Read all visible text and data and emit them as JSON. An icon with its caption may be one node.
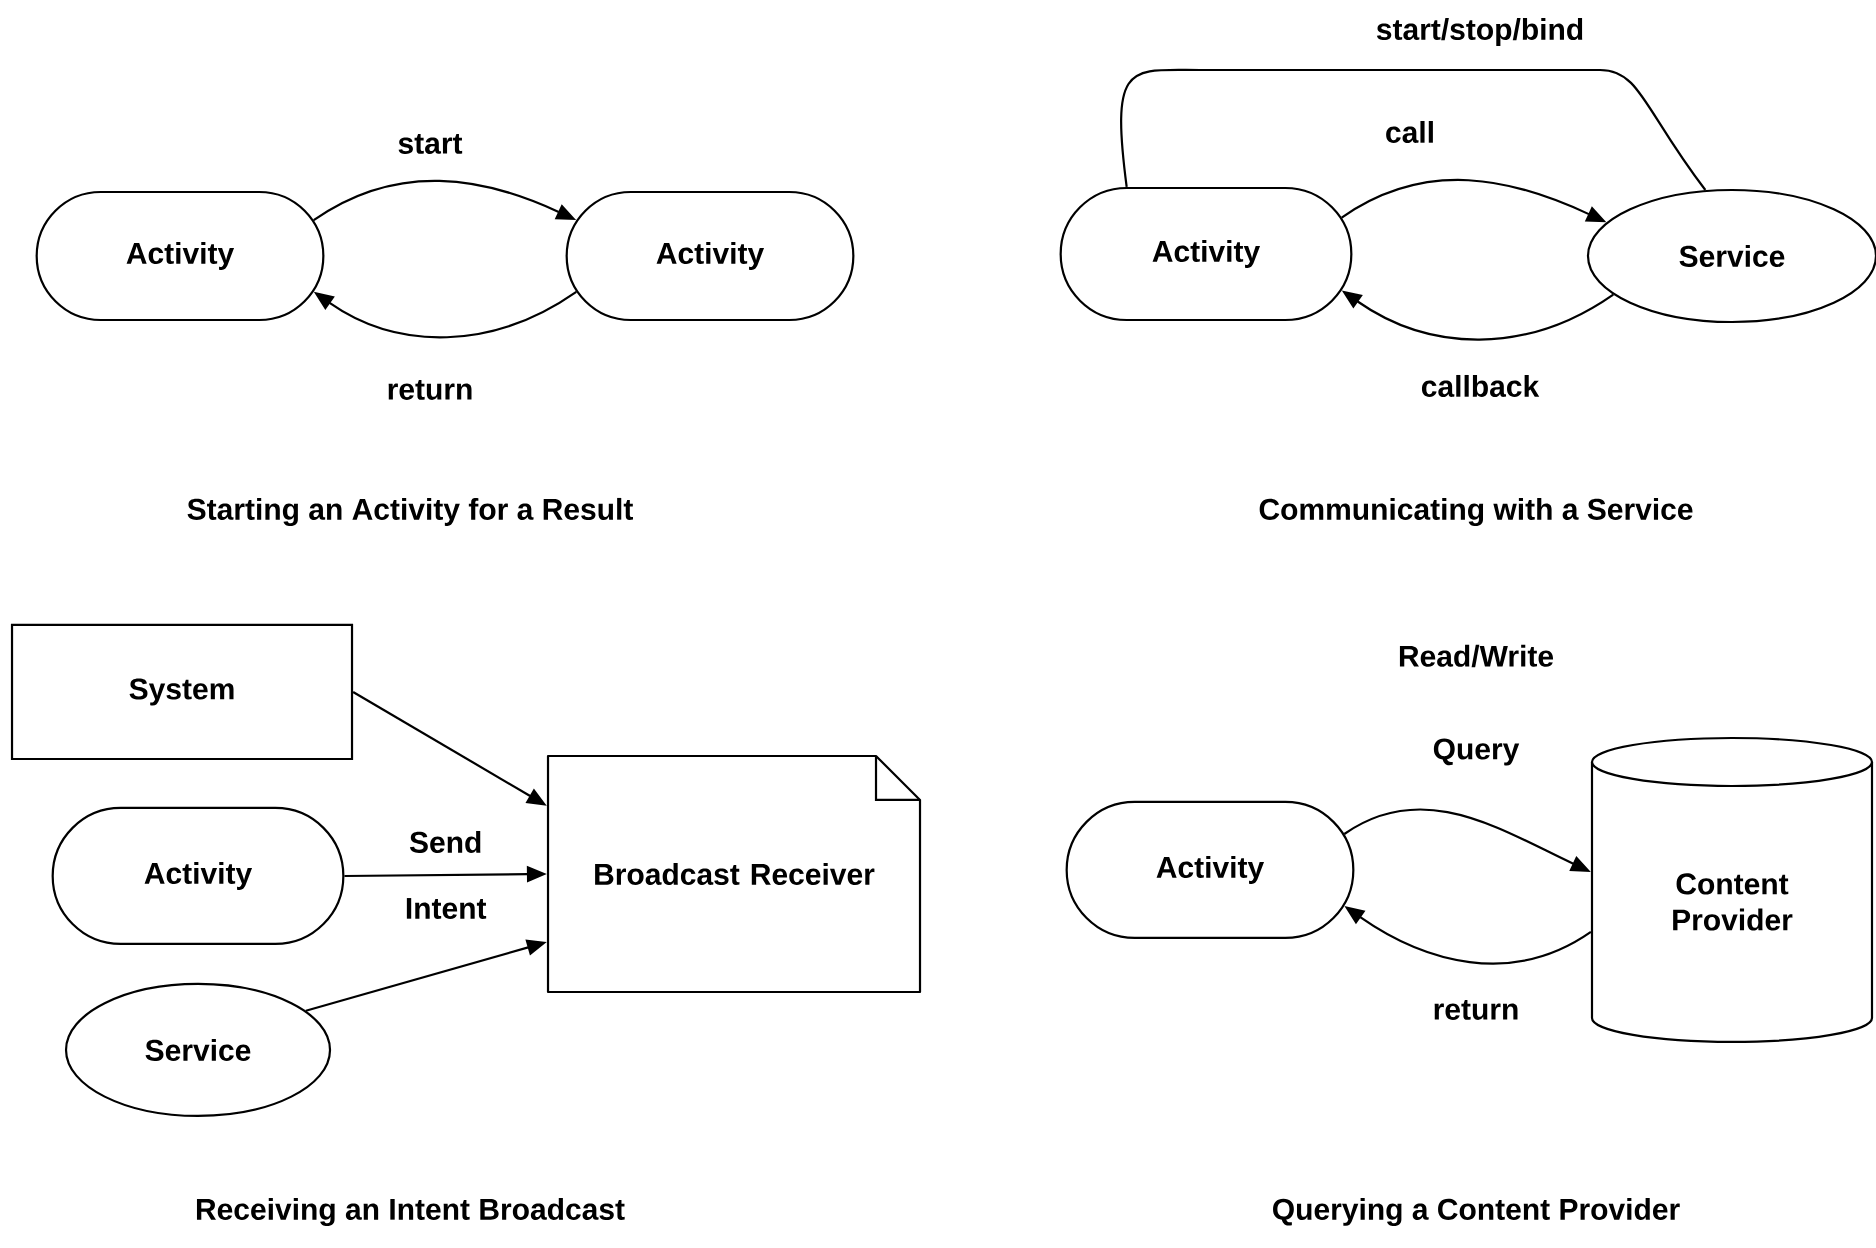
{
  "diagram": {
    "nodes": [
      {
        "text": [
          "Activity"
        ]
      },
      {
        "text": [
          "Activity"
        ]
      },
      {
        "text": [
          "Activity"
        ]
      },
      {
        "text": [
          "Service"
        ]
      },
      {
        "text": [
          "System"
        ]
      },
      {
        "text": [
          "Activity"
        ]
      },
      {
        "text": [
          "Service"
        ]
      },
      {
        "text": [
          "Broadcast Receiver"
        ]
      },
      {
        "text": [
          "Activity"
        ]
      },
      {
        "text": [
          "Content Provider"
        ]
      }
    ],
    "edges": [
      {
        "from": 0,
        "to": 1,
        "arrow": "to",
        "label": "start"
      },
      {
        "from": 1,
        "to": 0,
        "arrow": "to",
        "label": "return"
      },
      {
        "from": 2,
        "to": 3,
        "arrow": "none",
        "label": "start/stop/bind"
      },
      {
        "from": 2,
        "to": 3,
        "arrow": "to",
        "label": "call"
      },
      {
        "from": 3,
        "to": 2,
        "arrow": "to",
        "label": "callback"
      },
      {
        "from": 4,
        "to": 7,
        "arrow": "to"
      },
      {
        "from": 5,
        "to": 7,
        "arrow": "to",
        "label": "Send Intent"
      },
      {
        "from": 6,
        "to": 7,
        "arrow": "to"
      },
      {
        "from": 8,
        "to": 9,
        "arrow": "to",
        "label": "Query"
      },
      {
        "from": 9,
        "to": 8,
        "arrow": "to",
        "label": "return"
      }
    ],
    "labels": [
      "Starting an Activity for a Result",
      "Communicating with a Service",
      "Read/Write",
      "Receiving an Intent Broadcast",
      "Querying a Content Provider"
    ]
  }
}
